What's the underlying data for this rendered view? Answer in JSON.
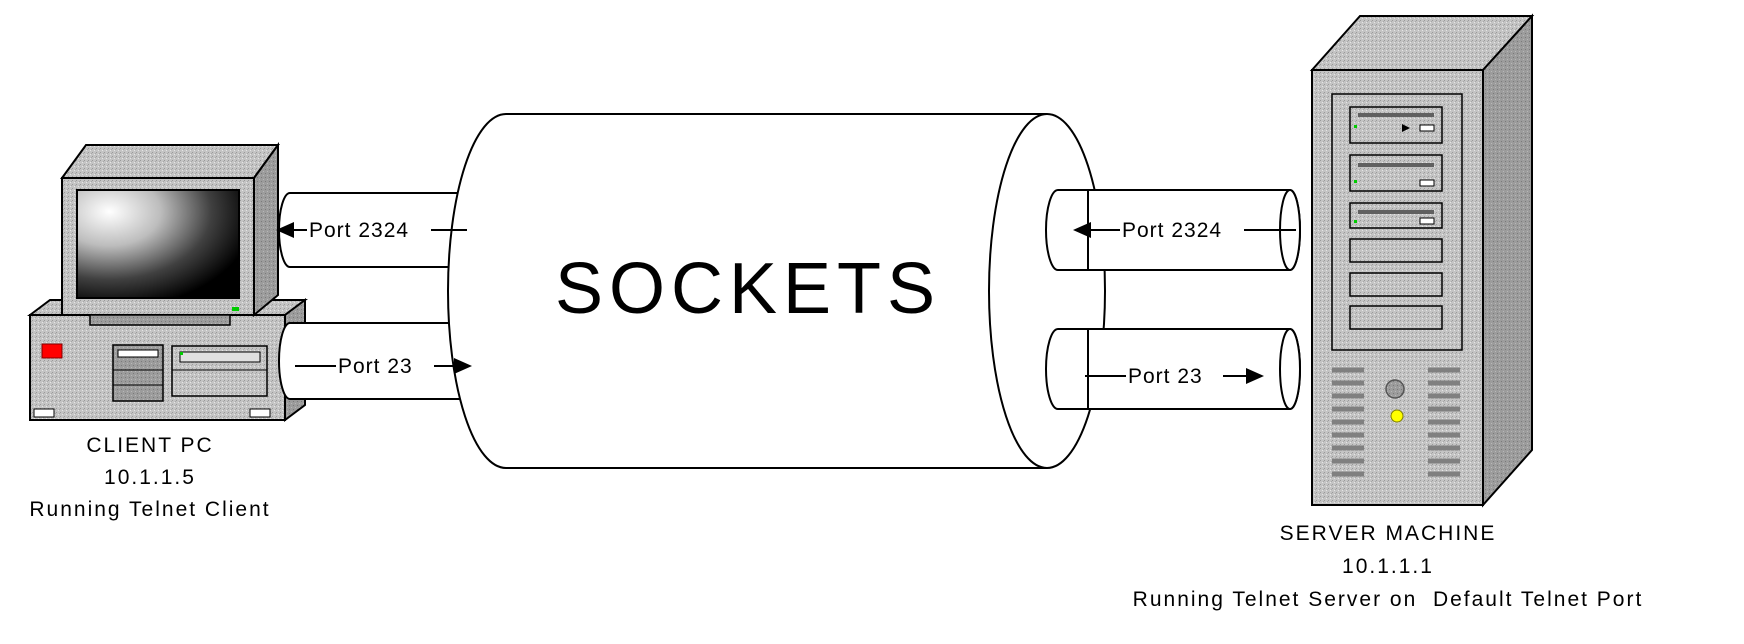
{
  "diagram": {
    "center_label": "SOCKETS",
    "client": {
      "name": "CLIENT PC",
      "ip": "10.1.1.5",
      "role": "Running Telnet Client",
      "ports": {
        "incoming": "Port 2324",
        "outgoing": "Port 23"
      }
    },
    "server": {
      "name": "SERVER MACHINE",
      "ip": "10.1.1.1",
      "role": "Running Telnet Server on  Default Telnet Port",
      "ports": {
        "incoming": "Port 2324",
        "outgoing": "Port 23"
      }
    }
  },
  "colors": {
    "case_gray": "#c0c0c0",
    "case_dark": "#808080",
    "screen_dark": "#000000",
    "led_red": "#ff0000",
    "led_green": "#00cc00",
    "led_yellow": "#ffff00",
    "line": "#000000"
  },
  "icons": [
    "client-pc-icon",
    "server-tower-icon",
    "arrow-left-icon",
    "arrow-right-icon"
  ]
}
